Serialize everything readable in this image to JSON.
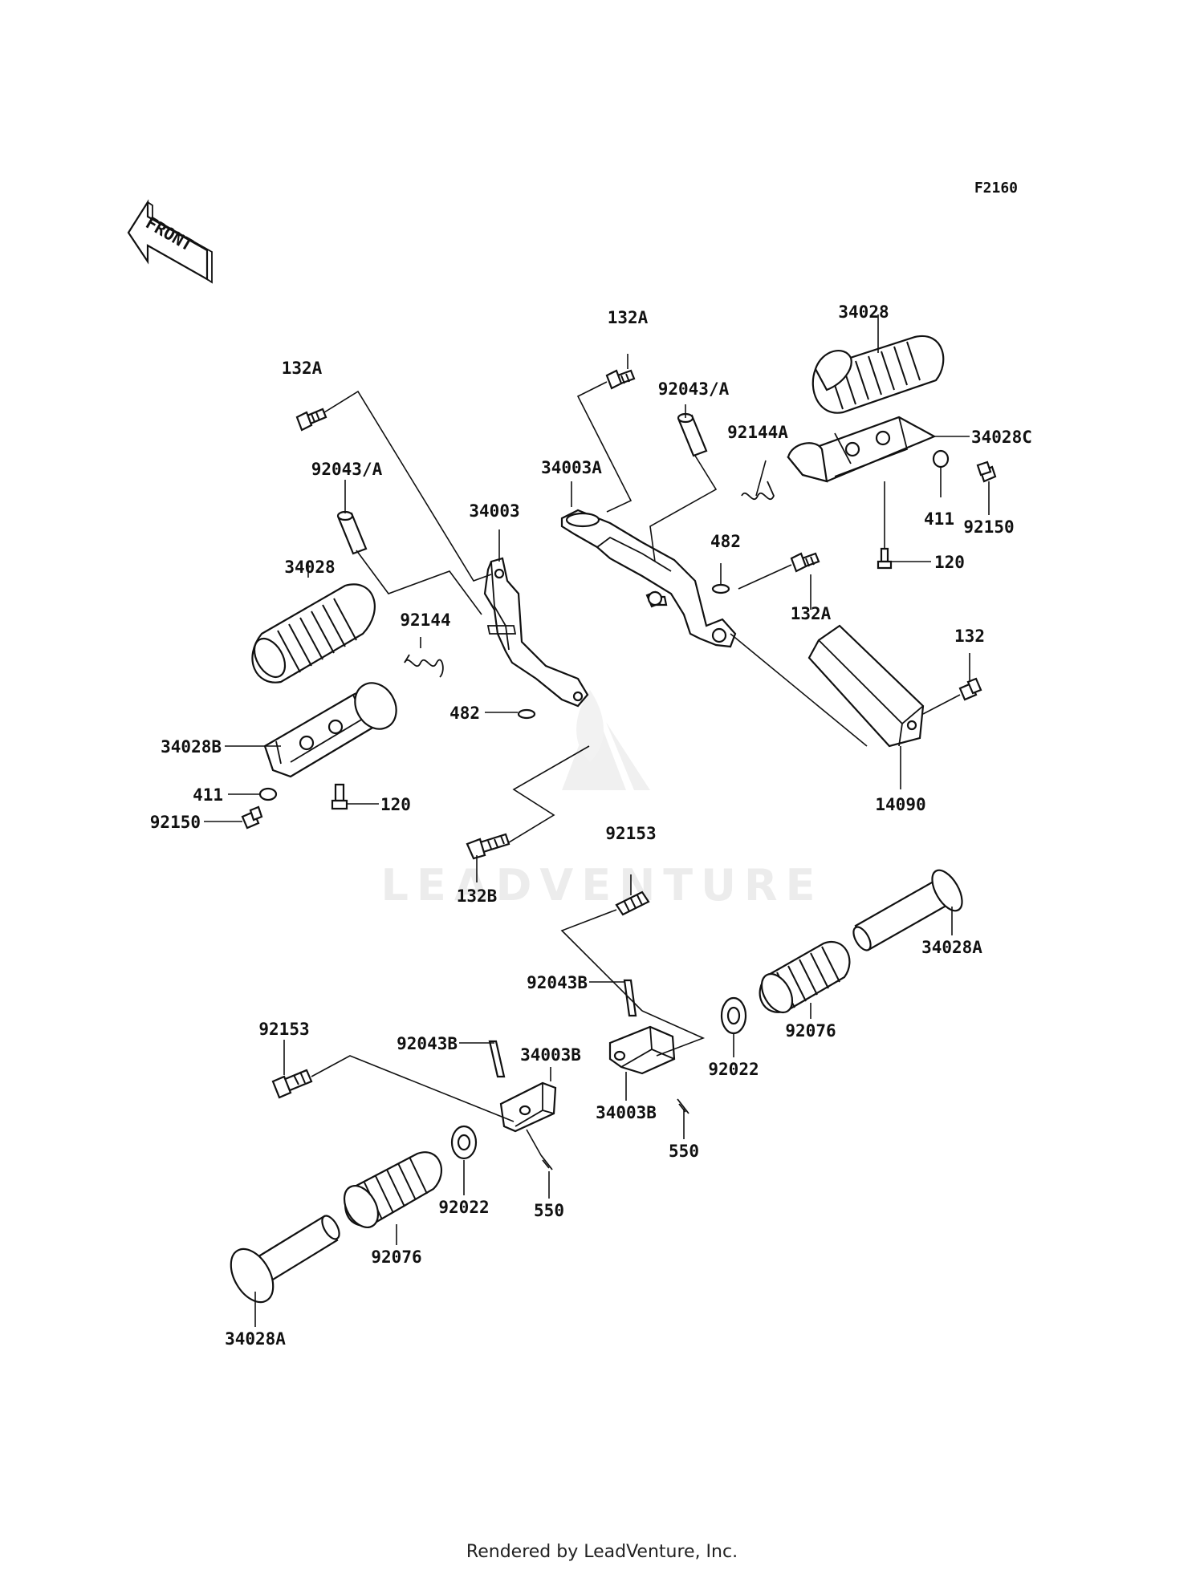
{
  "figure_code": "F2160",
  "front_arrow_label": "FRONT",
  "watermark": "LEADVENTURE",
  "credit": "Rendered by LeadVenture, Inc.",
  "labels": {
    "p132A_left": "132A",
    "p92043A_left": "92043/A",
    "p34003": "34003",
    "p34028_left": "34028",
    "p92144": "92144",
    "p482_left": "482",
    "p34028B": "34028B",
    "p411_left": "411",
    "p120_left": "120",
    "p92150_left": "92150",
    "p132B": "132B",
    "p132A_top": "132A",
    "p92043A_right": "92043/A",
    "p92144A": "92144A",
    "p34003A": "34003A",
    "p482_right": "482",
    "p132A_mid": "132A",
    "p34028_right": "34028",
    "p34028C": "34028C",
    "p411_right": "411",
    "p92150_right": "92150",
    "p120_right": "120",
    "p132": "132",
    "p14090": "14090",
    "p92153_right": "92153",
    "p34028A_right": "34028A",
    "p92043B_right": "92043B",
    "p92076_right": "92076",
    "p92022_right": "92022",
    "p34003B_right": "34003B",
    "p550_right": "550",
    "p92153_left": "92153",
    "p92043B_left": "92043B",
    "p34003B_left": "34003B",
    "p92022_left": "92022",
    "p550_left": "550",
    "p92076_left": "92076",
    "p34028A_left": "34028A"
  }
}
